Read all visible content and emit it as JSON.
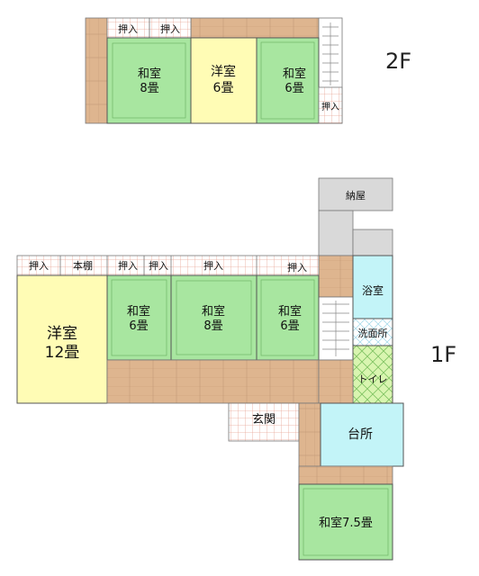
{
  "floor_labels": {
    "second": "2F",
    "first": "1F"
  },
  "second_floor": {
    "oshiire_1": "押入",
    "oshiire_2": "押入",
    "washitsu_8": {
      "name": "和室",
      "size": "8畳"
    },
    "youshitsu_6": {
      "name": "洋室",
      "size": "6畳"
    },
    "washitsu_6": {
      "name": "和室",
      "size": "6畳"
    },
    "oshiire_3": "押入"
  },
  "first_floor": {
    "naya": "納屋",
    "oshiire_1": "押入",
    "hondana": "本棚",
    "oshiire_2": "押入",
    "oshiire_3": "押入",
    "oshiire_4": "押入",
    "oshiire_5": "押入",
    "youshitsu_12": {
      "name": "洋室",
      "size": "12畳"
    },
    "washitsu_6a": {
      "name": "和室",
      "size": "6畳"
    },
    "washitsu_8": {
      "name": "和室",
      "size": "8畳"
    },
    "washitsu_6b": {
      "name": "和室",
      "size": "6畳"
    },
    "yokushitsu": "浴室",
    "senmenjo": "洗面所",
    "toilet": "トイレ",
    "genkan": "玄関",
    "daidokoro": "台所",
    "washitsu_75": "和室7.5畳"
  },
  "colors": {
    "wood": "#deb58f",
    "tatami": "#a8e6a0",
    "youshitsu": "#fffcb5",
    "water": "#c3f4f8",
    "storage": "#d9d9d9",
    "closet_grid": "#e8a898",
    "stroke": "#555555"
  }
}
